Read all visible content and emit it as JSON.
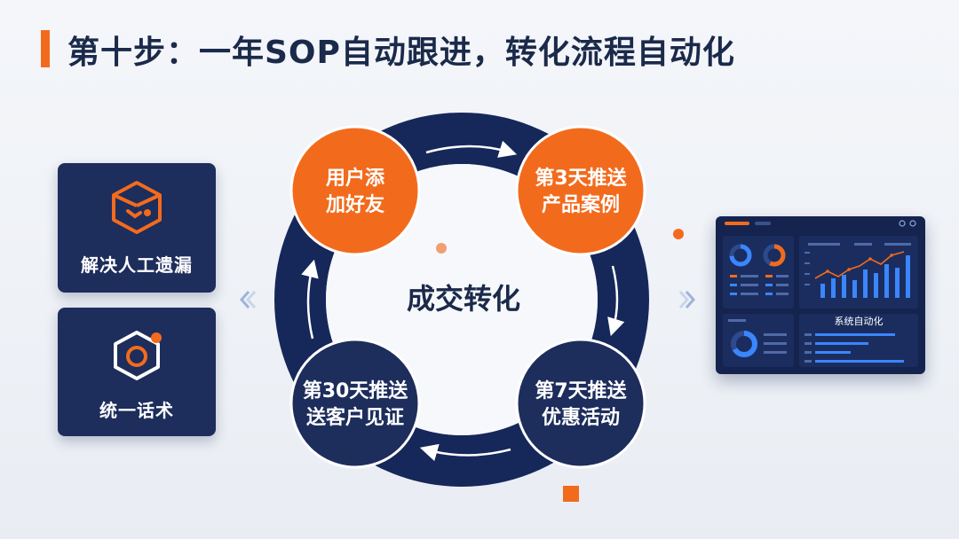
{
  "title": "第十步：一年SOP自动跟进，转化流程自动化",
  "left_cards": [
    {
      "label": "解决人工遗漏",
      "icon": "box-check-icon"
    },
    {
      "label": "统一话术",
      "icon": "hexagon-ring-icon"
    }
  ],
  "cycle": {
    "center": "成交转化",
    "nodes": [
      {
        "line1": "用户添",
        "line2": "加好友",
        "color": "#f26b1d"
      },
      {
        "line1": "第3天推送",
        "line2": "产品案例",
        "color": "#f26b1d"
      },
      {
        "line1": "第7天推送",
        "line2": "优惠活动",
        "color": "#1d2d5c"
      },
      {
        "line1": "第30天推送",
        "line2": "送客户见证",
        "color": "#1d2d5c"
      }
    ]
  },
  "dashboard": {
    "panel_title": "系统自动化"
  },
  "colors": {
    "accent": "#f26b1d",
    "navy": "#1d2d5c",
    "ring": "#16275a",
    "title": "#1b2a4a"
  }
}
